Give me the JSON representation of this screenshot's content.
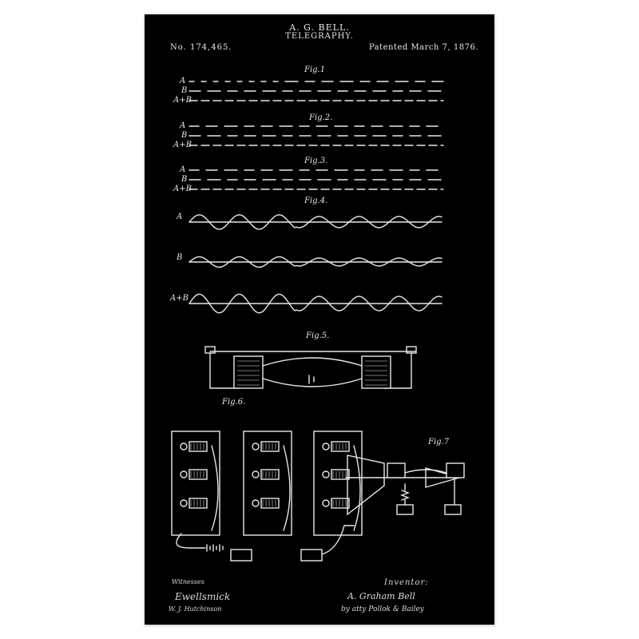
{
  "patent": {
    "inventor_name": "A. G. BELL.",
    "title": "TELEGRAPHY.",
    "number": "No. 174,465.",
    "date": "Patented March 7, 1876."
  },
  "figures": {
    "fig1": "Fig.1",
    "fig2": "Fig.2.",
    "fig3": "Fig.3.",
    "fig4": "Fig.4.",
    "fig5": "Fig.5.",
    "fig6": "Fig.6.",
    "fig7": "Fig.7"
  },
  "row_labels": {
    "a": "A",
    "b": "B",
    "ab": "A+B"
  },
  "signatures": {
    "witnesses_label": "Witnesses",
    "witness_1": "Ewellsmick",
    "witness_2": "W. J. Hutchinson",
    "inventor_label": "Inventor:",
    "inventor_signature": "A. Graham Bell",
    "attorney_signature": "by atty Pollok & Bailey"
  },
  "colors": {
    "sheet": "#000000",
    "ink": "#e8e8e8",
    "mat": "#ffffff"
  }
}
